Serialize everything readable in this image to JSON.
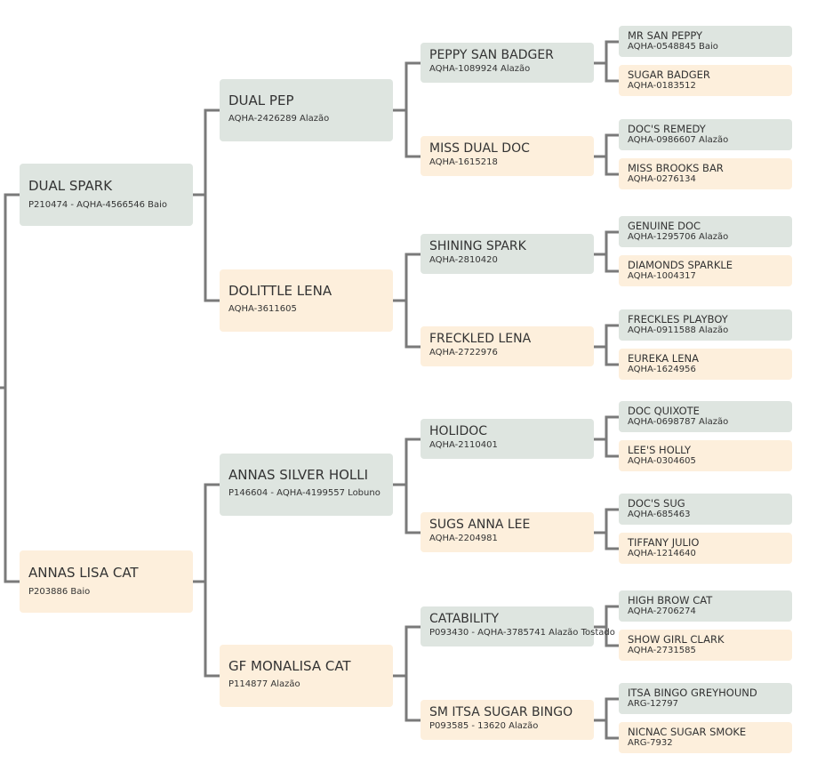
{
  "pedigree": {
    "sire": {
      "name": "DUAL SPARK",
      "reg": "P210474 - AQHA-4566546 Baio",
      "sire": {
        "name": "DUAL PEP",
        "reg": "AQHA-2426289 Alazão",
        "sire": {
          "name": "PEPPY SAN BADGER",
          "reg": "AQHA-1089924 Alazão",
          "sire": {
            "name": "MR SAN PEPPY",
            "reg": "AQHA-0548845 Baio"
          },
          "dam": {
            "name": "SUGAR BADGER",
            "reg": "AQHA-0183512"
          }
        },
        "dam": {
          "name": "MISS DUAL DOC",
          "reg": "AQHA-1615218",
          "sire": {
            "name": "DOC'S REMEDY",
            "reg": "AQHA-0986607 Alazão"
          },
          "dam": {
            "name": "MISS BROOKS BAR",
            "reg": "AQHA-0276134"
          }
        }
      },
      "dam": {
        "name": "DOLITTLE LENA",
        "reg": "AQHA-3611605",
        "sire": {
          "name": "SHINING SPARK",
          "reg": "AQHA-2810420",
          "sire": {
            "name": "GENUINE DOC",
            "reg": "AQHA-1295706 Alazão"
          },
          "dam": {
            "name": "DIAMONDS SPARKLE",
            "reg": "AQHA-1004317"
          }
        },
        "dam": {
          "name": "FRECKLED LENA",
          "reg": "AQHA-2722976",
          "sire": {
            "name": "FRECKLES PLAYBOY",
            "reg": "AQHA-0911588 Alazão"
          },
          "dam": {
            "name": "EUREKA LENA",
            "reg": "AQHA-1624956"
          }
        }
      }
    },
    "dam": {
      "name": "ANNAS LISA CAT",
      "reg": "P203886 Baio",
      "sire": {
        "name": "ANNAS SILVER HOLLI",
        "reg": "P146604 - AQHA-4199557 Lobuno",
        "sire": {
          "name": "HOLIDOC",
          "reg": "AQHA-2110401",
          "sire": {
            "name": "DOC QUIXOTE",
            "reg": "AQHA-0698787 Alazão"
          },
          "dam": {
            "name": "LEE'S HOLLY",
            "reg": "AQHA-0304605"
          }
        },
        "dam": {
          "name": "SUGS ANNA LEE",
          "reg": "AQHA-2204981",
          "sire": {
            "name": "DOC'S SUG",
            "reg": "AQHA-685463"
          },
          "dam": {
            "name": "TIFFANY JULIO",
            "reg": "AQHA-1214640"
          }
        }
      },
      "dam": {
        "name": "GF MONALISA CAT",
        "reg": "P114877 Alazão",
        "sire": {
          "name": "CATABILITY",
          "reg": "P093430 - AQHA-3785741 Alazão Tostado",
          "sire": {
            "name": "HIGH BROW CAT",
            "reg": "AQHA-2706274"
          },
          "dam": {
            "name": "SHOW GIRL CLARK",
            "reg": "AQHA-2731585"
          }
        },
        "dam": {
          "name": "SM ITSA SUGAR BINGO",
          "reg": "P093585 - 13620 Alazão",
          "sire": {
            "name": "ITSA BINGO GREYHOUND",
            "reg": "ARG-12797"
          },
          "dam": {
            "name": "NICNAC SUGAR SMOKE",
            "reg": "ARG-7932"
          }
        }
      }
    }
  },
  "colors": {
    "male_box": "#dee5e0",
    "female_box": "#fdefdc",
    "connector": "#7a7a7a",
    "text": "#333333"
  }
}
